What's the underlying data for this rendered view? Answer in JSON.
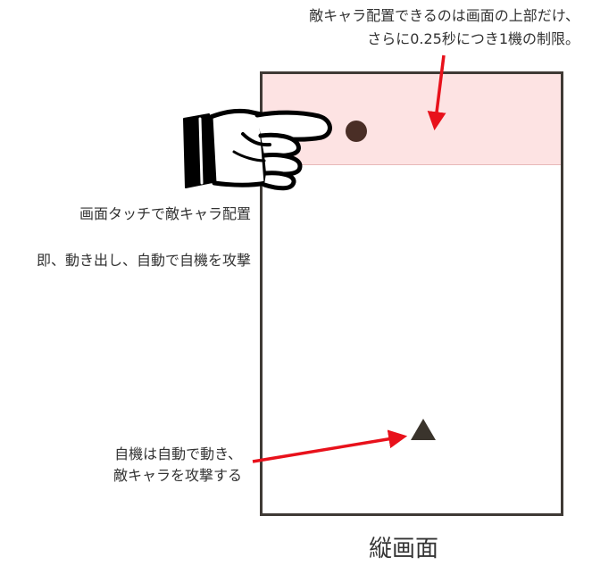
{
  "notes": {
    "top_line1": "敵キャラ配置できるのは画面の上部だけ、",
    "top_line2": "さらに0.25秒につき1機の制限。",
    "touch": "画面タッチで敵キャラ配置",
    "attack": "即、動き出し、自動で自機を攻撃",
    "player_line1": "自機は自動で動き、",
    "player_line2": "敵キャラを攻撃する"
  },
  "caption": "縦画面",
  "colors": {
    "arrow": "#e8111b",
    "frame": "#3f3a35",
    "spawn_zone": "#fde3e3",
    "enemy": "#4a2e26",
    "player": "#3a342c"
  },
  "icons": {
    "hand": "pointing-hand-icon",
    "enemy": "enemy-dot-icon",
    "player": "player-triangle-icon"
  }
}
